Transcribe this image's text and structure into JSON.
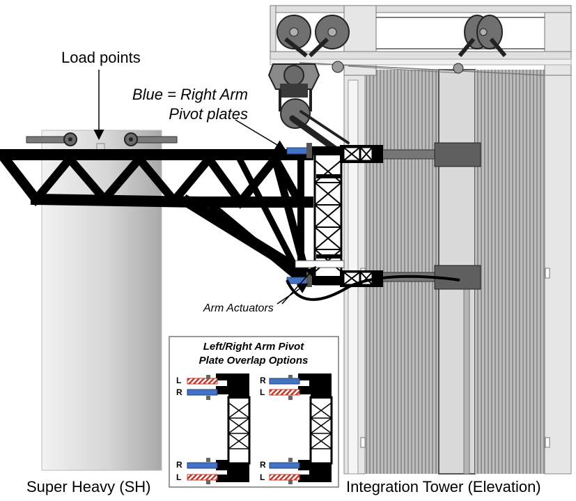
{
  "labels": {
    "load_points": "Load points",
    "blue_line1": "Blue = Right Arm",
    "blue_line2": "Pivot plates",
    "arm_actuators": "Arm Actuators",
    "super_heavy": "Super Heavy (SH)",
    "integration_tower": "Integration Tower (Elevation)"
  },
  "inset": {
    "title_line1": "Left/Right Arm Pivot",
    "title_line2": "Plate Overlap Options",
    "option_a": {
      "top": [
        "L",
        "R"
      ],
      "bottom": [
        "R",
        "L"
      ]
    },
    "option_b": {
      "top": [
        "R",
        "L"
      ],
      "bottom": [
        "R",
        "L"
      ]
    }
  },
  "colors": {
    "right_arm_plate": "#4472c4",
    "left_arm_plate": "#c0392b",
    "structure": "#000000",
    "tower_gray": "#d9d9d9"
  }
}
